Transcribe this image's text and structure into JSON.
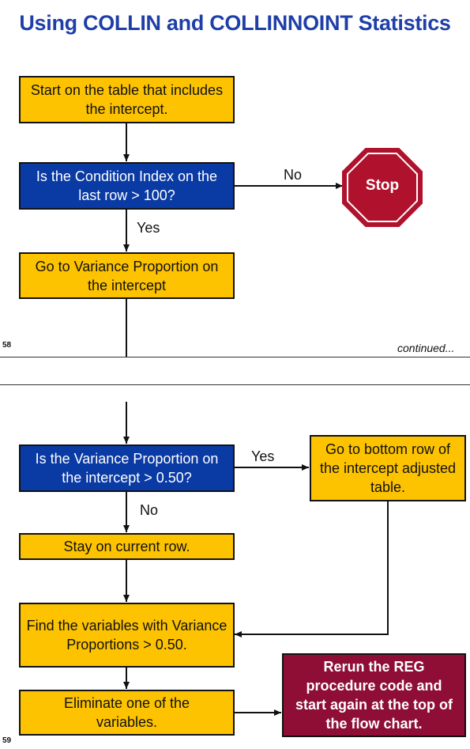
{
  "title": "Using COLLIN and COLLINNOINT Statistics",
  "slide58": {
    "page_number": "58",
    "continued": "continued...",
    "box_start": "Start on the table that includes the intercept.",
    "box_condition": "Is the Condition Index on the last row > 100?",
    "label_no": "No",
    "label_yes": "Yes",
    "stop": "Stop",
    "box_variance": "Go to Variance Proportion on the intercept"
  },
  "slide59": {
    "page_number": "59",
    "box_question": "Is the Variance Proportion on the intercept > 0.50?",
    "label_yes": "Yes",
    "label_no": "No",
    "box_bottom_row": "Go to bottom row of the intercept adjusted table.",
    "box_stay": "Stay on current row.",
    "box_find": "Find the variables with Variance Proportions > 0.50.",
    "box_eliminate": "Eliminate one of the variables.",
    "box_rerun": "Rerun the REG procedure code and start again at the top of the flow chart."
  },
  "colors": {
    "title": "#1f3fa8",
    "yellow_box": "#fdc300",
    "blue_box": "#0a3aa3",
    "stop_sign": "#b0122d",
    "maroon_box": "#8e0e35"
  }
}
